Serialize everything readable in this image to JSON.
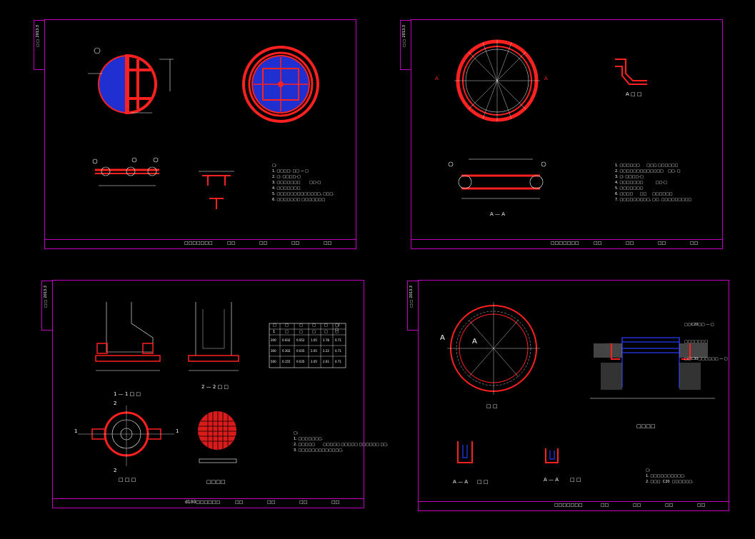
{
  "colors": {
    "background": "#000000",
    "frame": "#c000c0",
    "red": "#ff2020",
    "blue": "#2030d0",
    "white": "#ffffff",
    "cyan": "#00c0ff"
  },
  "sheets": [
    {
      "side_tab": "□□  2013.3",
      "title_block": {
        "name": "□□□□□□□",
        "c1": "□□",
        "c2": "□□",
        "c3": "□□",
        "c4": "□□"
      },
      "notes": "□:\n1. □□□□: □□ — □\n2. □: □□□□-□\n3. □□□□□□□        □□-□\n4. □□□□□□□\n5. □□□□□□□□□□□□□, □□□.\n6. □□□□□□□ □□□□□□□"
    },
    {
      "side_tab": "□□  2013.3",
      "title_block": {
        "name": "□□□□□□□",
        "c1": "□□",
        "c2": "□□",
        "c3": "□□",
        "c4": "□□"
      },
      "section_label": "A — A",
      "detail_label": "A □ □",
      "marker_a": "A",
      "notes": "1. □□□□□□      □□□ □□□□□□\n2. □□□□□□□□□□□□□    □□. □\n3. □: □□□□-□\n4. □□□□□□□           □□-□\n5. □□□□□□□\n6. □□□□      □□     □□□□□□\n7. □□□□□□□□□, □□. □□□□□□□□□"
    },
    {
      "side_tab": "□□  2013.3",
      "title_block": {
        "name": "d100□□□□□□",
        "c1": "□□",
        "c2": "□□",
        "c3": "□□",
        "c4": "□□"
      },
      "view_labels": [
        "1 — 1 □ □",
        "2 — 2 □ □",
        "□ □ □",
        "□□□□"
      ],
      "marker_1": "1",
      "marker_2": "2",
      "table": {
        "headers": [
          "□",
          "□",
          "□",
          "□",
          "□",
          "□/□"
        ],
        "rows": [
          [
            "1",
            "□",
            "□",
            "□",
            "□",
            "□"
          ],
          [
            "200",
            "0.932",
            "0.052",
            "1.05",
            "2.78",
            "0.71"
          ],
          [
            "300",
            "0.302",
            "0.035",
            "2.05",
            "2.22",
            "0.71"
          ],
          [
            "500",
            "0.155",
            "0.035",
            "2.05",
            "2.61",
            "0.71"
          ]
        ]
      },
      "notes": "□:\n1. □□□□□□□.\n2. □□□□□       □□□□□ □□□□□ □□□□□□ □□.\n3. □□□□□□□□□□□□□."
    },
    {
      "side_tab": "□□  2013.3",
      "title_block": {
        "name": "□□□□□□□",
        "c1": "□□",
        "c2": "□□",
        "c3": "□□",
        "c4": "□□"
      },
      "view_labels": [
        "□ □",
        "□□□□",
        "A — A",
        "□ □",
        "A — A",
        "□ □"
      ],
      "marker_a": "A",
      "legend": [
        "□□C20□□ — □",
        "□□□□□□□",
        "□□C30□□□□□□ — □"
      ],
      "notes": "□:\n1. □□□□□□□□□□.\n2. □□□  C20  □□□□□□."
    }
  ]
}
